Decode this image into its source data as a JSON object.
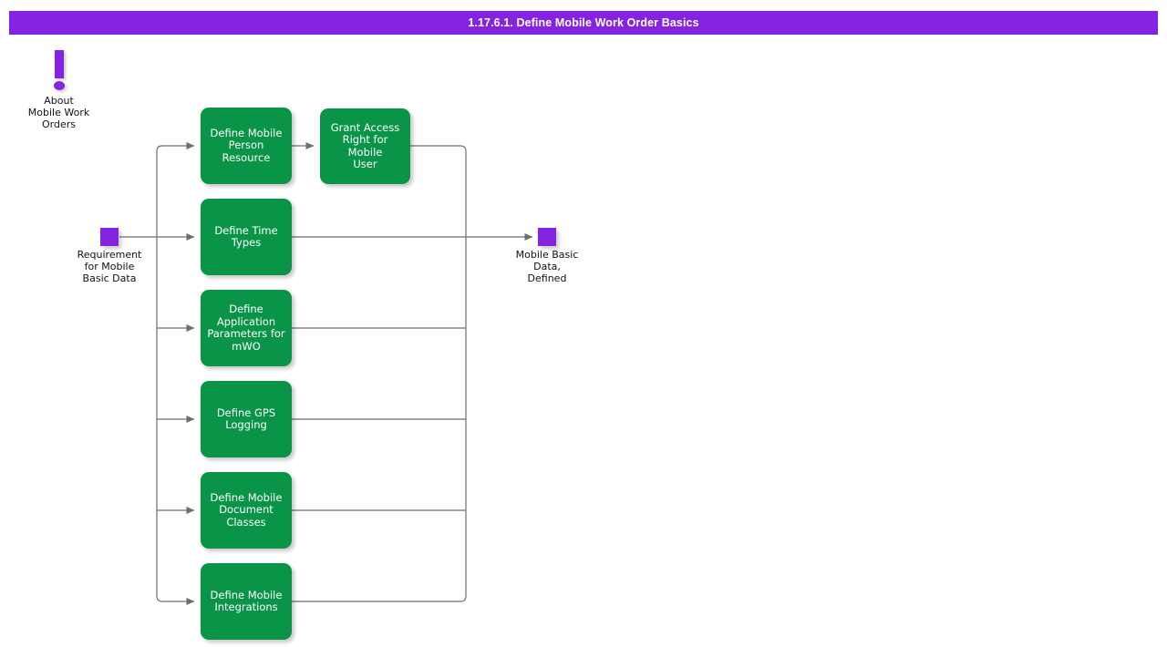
{
  "header": {
    "title": "1.17.6.1. Define Mobile Work Order Basics",
    "bar_color": "#8423e0",
    "text_color": "#ffffff"
  },
  "palette": {
    "process_green": "#0a9447",
    "terminator_purple": "#8423e0",
    "connector_gray": "#6e6e6e",
    "canvas": "#ffffff"
  },
  "notes": [
    {
      "id": "about-mobile-work-orders",
      "icon": "exclamation-mark-icon",
      "label": "About\nMobile Work\nOrders"
    }
  ],
  "terminators": [
    {
      "id": "requirement-for-mobile-basic-data",
      "label": "Requirement\nfor Mobile\nBasic Data",
      "role": "start"
    },
    {
      "id": "mobile-basic-data-defined",
      "label": "Mobile Basic\nData,\nDefined",
      "role": "end"
    }
  ],
  "processes": [
    {
      "id": "define-mobile-person-resource",
      "label": "Define Mobile\nPerson Resource"
    },
    {
      "id": "grant-access-right-for-mobile-user",
      "label": "Grant Access\nRight for Mobile\nUser"
    },
    {
      "id": "define-time-types",
      "label": "Define Time\nTypes"
    },
    {
      "id": "define-application-parameters-mwo",
      "label": "Define\nApplication\nParameters for\nmWO"
    },
    {
      "id": "define-gps-logging",
      "label": "Define GPS\nLogging"
    },
    {
      "id": "define-mobile-document-classes",
      "label": "Define Mobile\nDocument\nClasses"
    },
    {
      "id": "define-mobile-integrations",
      "label": "Define Mobile\nIntegrations"
    }
  ]
}
